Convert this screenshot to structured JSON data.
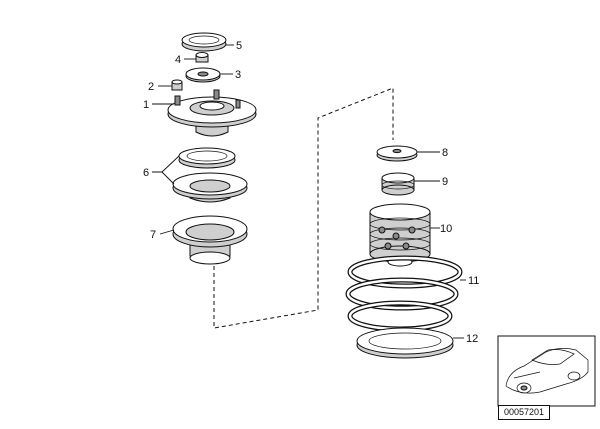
{
  "callouts": [
    "1",
    "2",
    "3",
    "4",
    "5",
    "6",
    "7",
    "8",
    "9",
    "10",
    "11",
    "12"
  ],
  "diagram_id": "00057201"
}
